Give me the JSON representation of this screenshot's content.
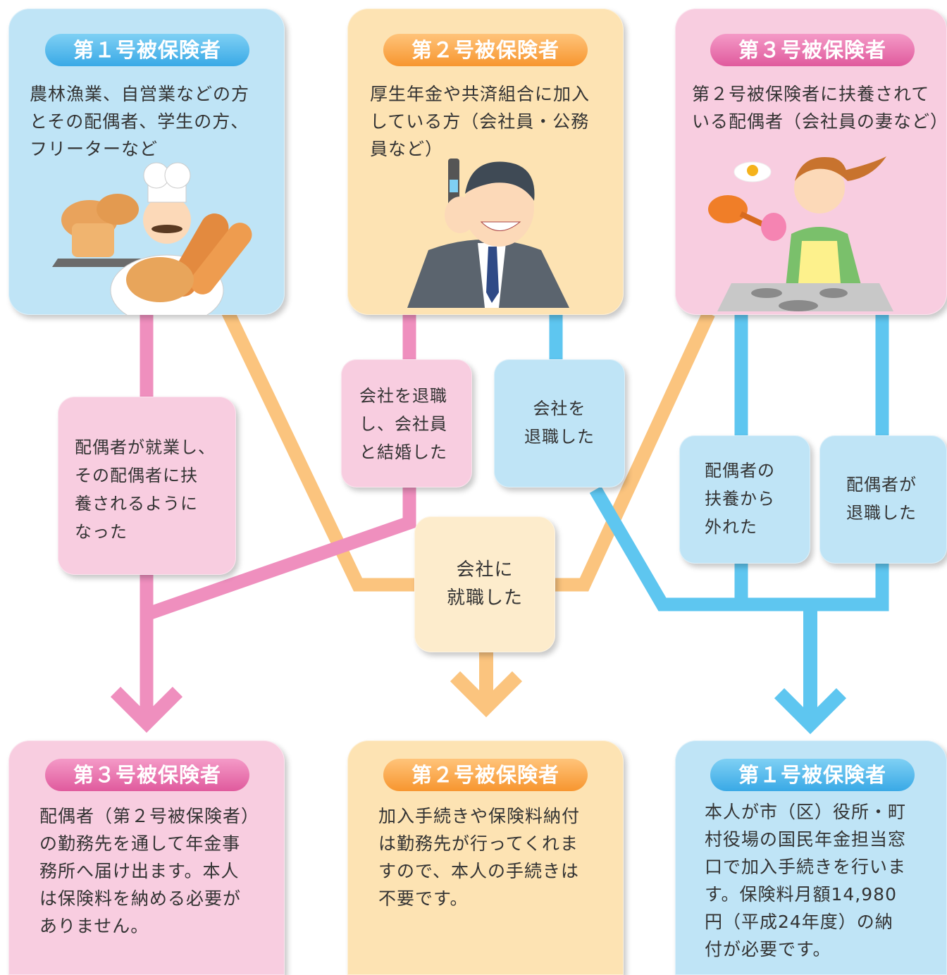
{
  "top": {
    "first": {
      "title": "第１号被保険者",
      "desc": [
        "農林漁業、自営業などの方",
        "とその配偶者、学生の方、",
        "フリーターなど"
      ]
    },
    "second": {
      "title": "第２号被保険者",
      "desc": [
        "厚生年金や共済組合に加入",
        "している方（会社員・公務",
        "員など）"
      ]
    },
    "third": {
      "title": "第３号被保険者",
      "desc": [
        "第２号被保険者に扶養されて",
        "いる配偶者（会社員の妻など）"
      ]
    }
  },
  "transitions": {
    "spouse_employed": [
      "配偶者が就業し、",
      "その配偶者に扶",
      "養されるように",
      "なった"
    ],
    "retired_married": [
      "会社を退職",
      "し、会社員",
      "と結婚した"
    ],
    "retired": [
      "会社を",
      "退職した"
    ],
    "left_dependency": [
      "配偶者の",
      "扶養から",
      "外れた"
    ],
    "spouse_retired": [
      "配偶者が",
      "退職した"
    ],
    "got_job": [
      "会社に",
      "就職した"
    ]
  },
  "bottom": {
    "third": {
      "title": "第３号被保険者",
      "desc": [
        "配偶者（第２号被保険者）",
        "の勤務先を通して年金事",
        "務所へ届け出ます。本人",
        "は保険料を納める必要が",
        "ありません。"
      ]
    },
    "second": {
      "title": "第２号被保険者",
      "desc": [
        "加入手続きや保険料納付",
        "は勤務先が行ってくれま",
        "すので、本人の手続きは",
        "不要です。"
      ]
    },
    "first": {
      "title": "第１号被保険者",
      "desc": [
        "本人が市（区）役所・町",
        "村役場の国民年金担当窓",
        "口で加入手続きを行いま",
        "す。保険料月額14,980",
        "円（平成24年度）の納",
        "付が必要です。"
      ]
    }
  },
  "colors": {
    "pink_line": "#ef8fbe",
    "orange_line": "#fbc47e",
    "blue_line": "#5ec6f0"
  },
  "illustrations": [
    "baker-illustration",
    "businessman-phone-illustration",
    "housewife-cooking-illustration"
  ]
}
